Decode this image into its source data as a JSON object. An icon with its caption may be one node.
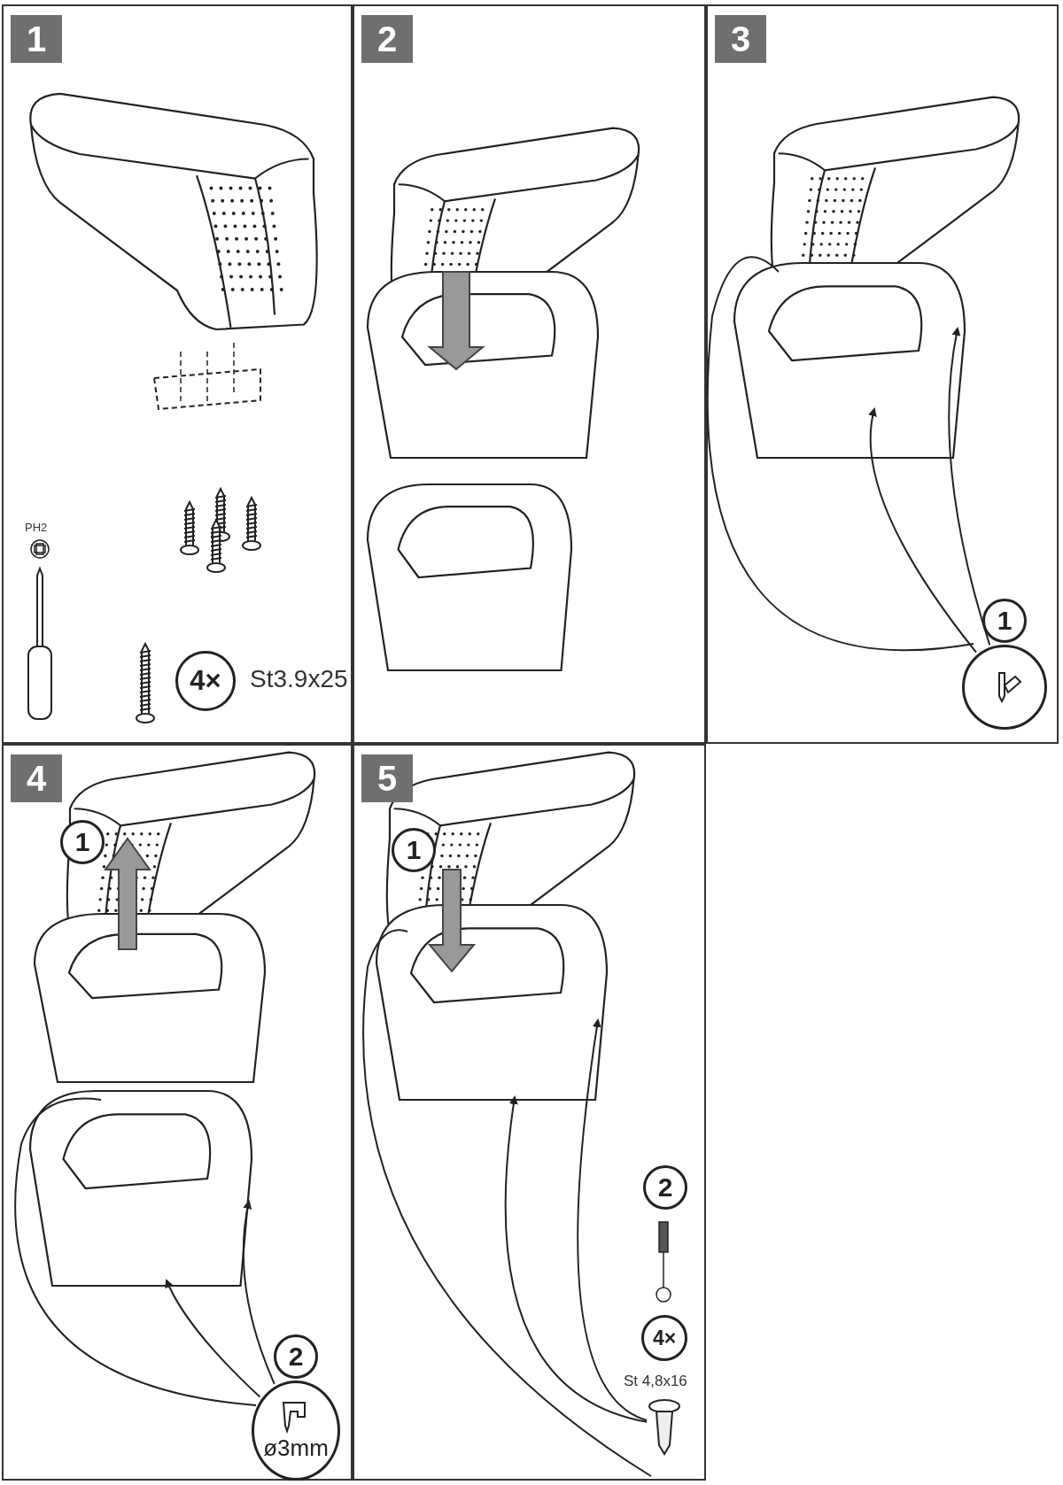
{
  "diagram": {
    "nodes": [
      {
        "text": [
          "1"
        ]
      },
      {
        "text": [
          "2"
        ]
      },
      {
        "text": [
          "3"
        ]
      },
      {
        "text": [
          "4"
        ]
      },
      {
        "text": [
          "5"
        ]
      },
      {
        "text": [
          "4×"
        ],
        "in": 0,
        "beside": [
          "St3.9x25"
        ]
      },
      {
        "text": [
          "1"
        ],
        "in": 2
      },
      {
        "text": [
          "2",
          "ø3mm"
        ],
        "in": 3
      },
      {
        "text": [
          "4×"
        ],
        "in": 4
      },
      {
        "text": [],
        "shape": "picture",
        "in": 4,
        "beside": [
          "St 4,8x16"
        ]
      },
      {
        "text": [
          "1"
        ],
        "in": 3
      },
      {
        "text": [
          "1"
        ],
        "in": 4
      },
      {
        "text": [
          "2"
        ],
        "in": 4
      }
    ],
    "edges": [
      {
        "from": 6,
        "to": null,
        "arrow": "to"
      },
      {
        "from": 6,
        "to": null,
        "arrow": "to"
      },
      {
        "from": 7,
        "to": null,
        "arrow": "to"
      },
      {
        "from": 7,
        "to": null,
        "arrow": "to"
      },
      {
        "from": 9,
        "to": null,
        "arrow": "to"
      },
      {
        "from": 9,
        "to": null,
        "arrow": "to"
      }
    ],
    "labels": [
      "PH2"
    ]
  }
}
